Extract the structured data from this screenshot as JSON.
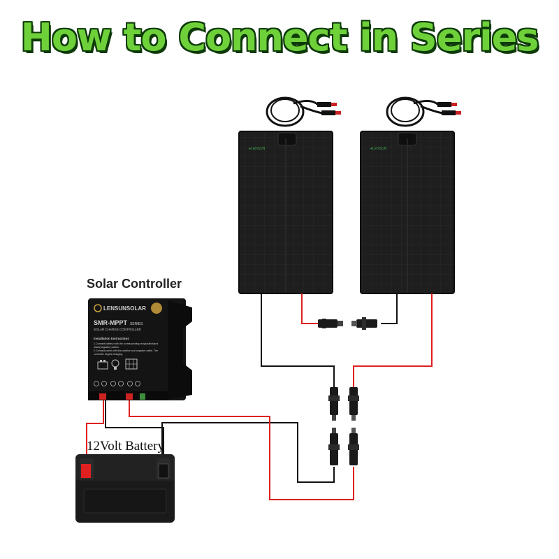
{
  "title": "How to Connect in Series",
  "controller": {
    "label": "Solar Controller",
    "brand": "LENSUNSOLAR",
    "model": "SMR-MPPT",
    "model_suffix": "SERIES",
    "subtitle": "SOLAR CHARGE CONTROLLER",
    "instructions_heading": "Installation Instructions",
    "instructions": [
      "1.Connect battery with the corresponding red(positive)and",
      "black(negative) cables.",
      "2.Connect panel with the positive and negative cable. The",
      "controller begins charging."
    ]
  },
  "battery": {
    "label": "12Volt Battery"
  },
  "colors": {
    "title_fill": "#6fd13a",
    "title_outline": "#0e3b0a",
    "wire_positive": "#e02020",
    "wire_negative": "#111111",
    "panel": "#1c1c1c"
  },
  "icons": [
    "solar-panel-icon",
    "mc4-connector-icon",
    "battery-icon",
    "bulb-icon"
  ]
}
